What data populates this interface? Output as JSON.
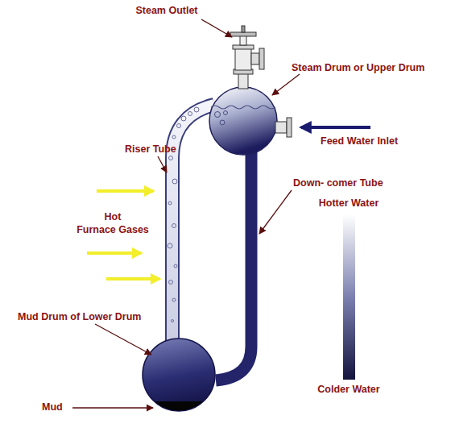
{
  "diagram": {
    "labels": [
      "Steam Outlet",
      "Steam Drum or Upper Drum",
      "Feed Water Inlet",
      "Riser Tube",
      "Hot Furnace Gases",
      "Down- comer Tube",
      "Hotter Water",
      "Mud Drum of Lower Drum",
      "Mud",
      "Colder Water"
    ]
  }
}
